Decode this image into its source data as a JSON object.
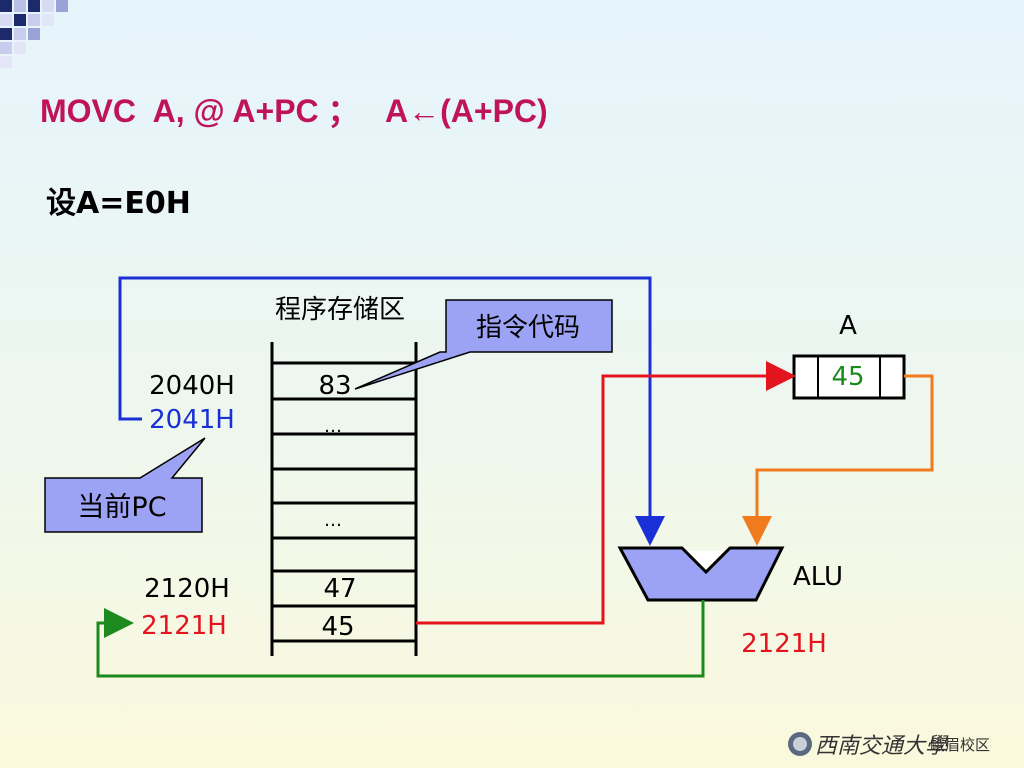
{
  "slide": {
    "title": "MOVC  A, @ A+PC ；   A←(A+PC)",
    "assumption": "设A=E0H"
  },
  "diagram": {
    "memory_heading": "程序存储区",
    "instr_code_callout": "指令代码",
    "current_pc_callout": "当前PC",
    "rows": [
      {
        "address": "2040H",
        "value": "83"
      },
      {
        "address": "2041H",
        "value": "…"
      },
      {
        "address": "",
        "value": ""
      },
      {
        "address": "",
        "value": "…"
      },
      {
        "address": "2120H",
        "value": "47"
      },
      {
        "address": "2121H",
        "value": "45"
      }
    ],
    "register_label": "A",
    "register_value": "45",
    "alu_label": "ALU",
    "alu_result": "2121H",
    "colors": {
      "blue": "#1a2fd6",
      "red": "#e3141e",
      "orange": "#f07a1e",
      "green": "#1d8a1d",
      "callout_fill": "#9da3f4",
      "title": "#c0145a"
    }
  },
  "footer": {
    "logo_text": "西南交通大學",
    "campus": "峨眉校区"
  }
}
